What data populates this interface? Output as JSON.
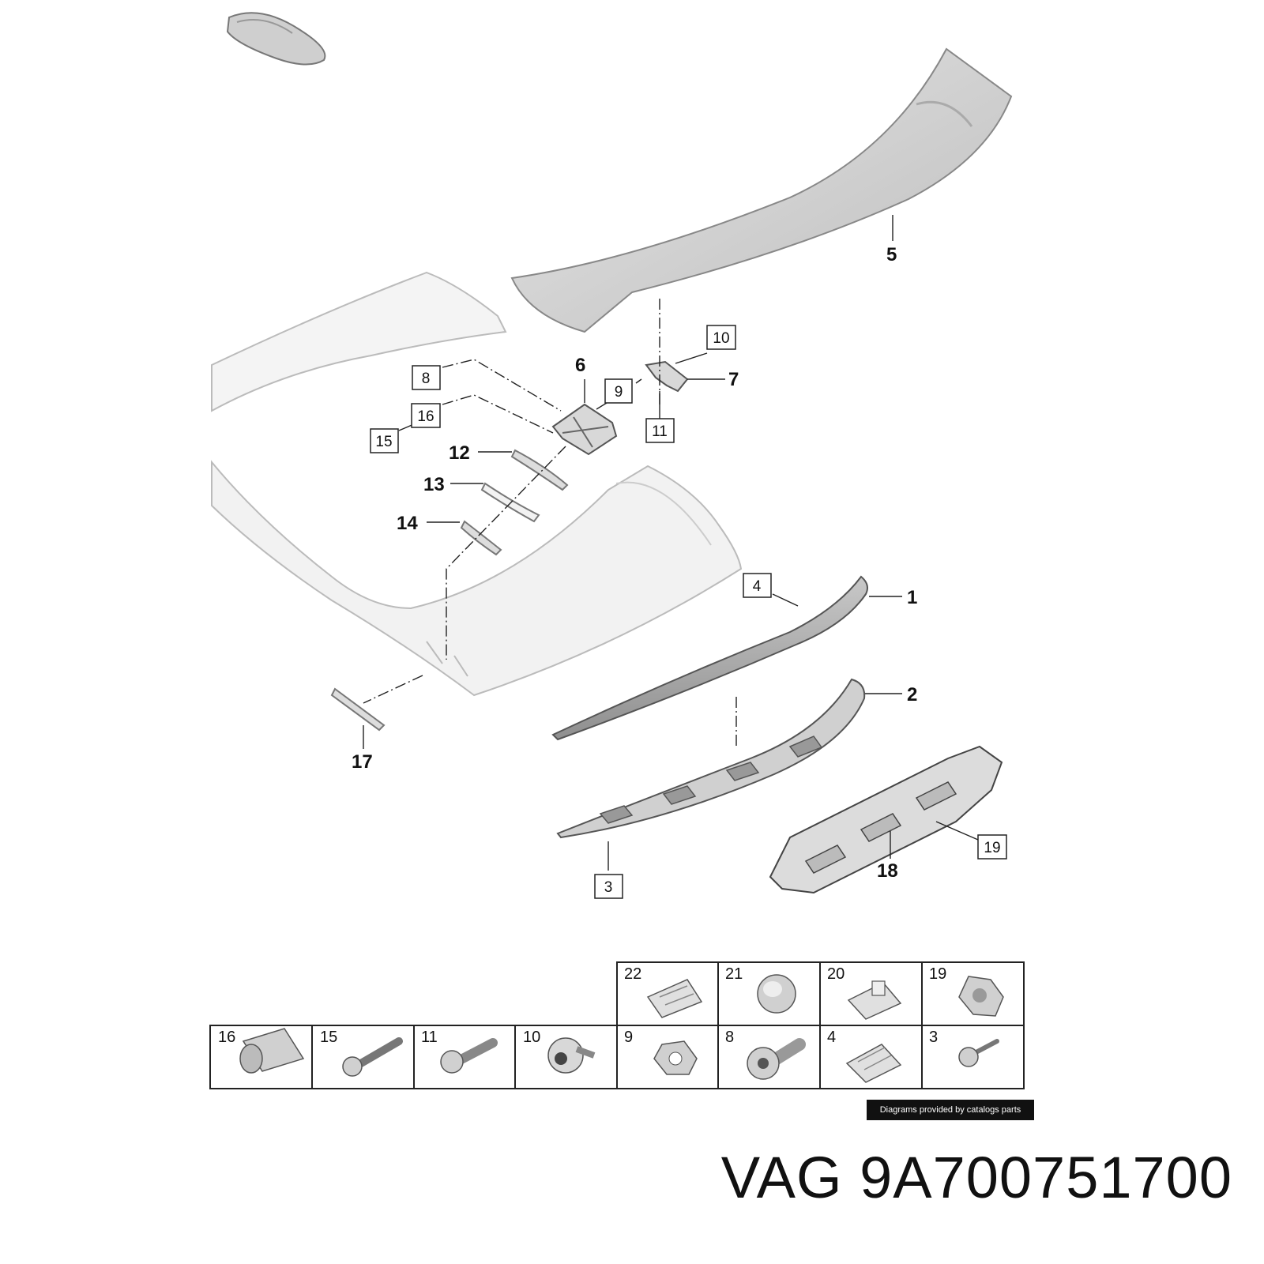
{
  "callouts": {
    "l1": "1",
    "l2": "2",
    "l3": "3",
    "l4": "4",
    "l5": "5",
    "l6": "6",
    "l7": "7",
    "l8": "8",
    "l9": "9",
    "l10": "10",
    "l11": "11",
    "l12": "12",
    "l13": "13",
    "l14": "14",
    "l15": "15",
    "l16": "16",
    "l17": "17",
    "l18": "18",
    "l19": "19"
  },
  "hardware_table": {
    "top_row": [
      "22",
      "21",
      "20",
      "19"
    ],
    "bottom_row": [
      "16",
      "15",
      "11",
      "10",
      "9",
      "8",
      "4",
      "3"
    ]
  },
  "credit": "Diagrams provided by catalogs parts",
  "part_number": "VAG 9A700751700",
  "icons": [
    "car-thumbnail-icon",
    "bolt-icon",
    "nut-icon",
    "clip-icon",
    "rivet-icon",
    "washer-icon"
  ]
}
